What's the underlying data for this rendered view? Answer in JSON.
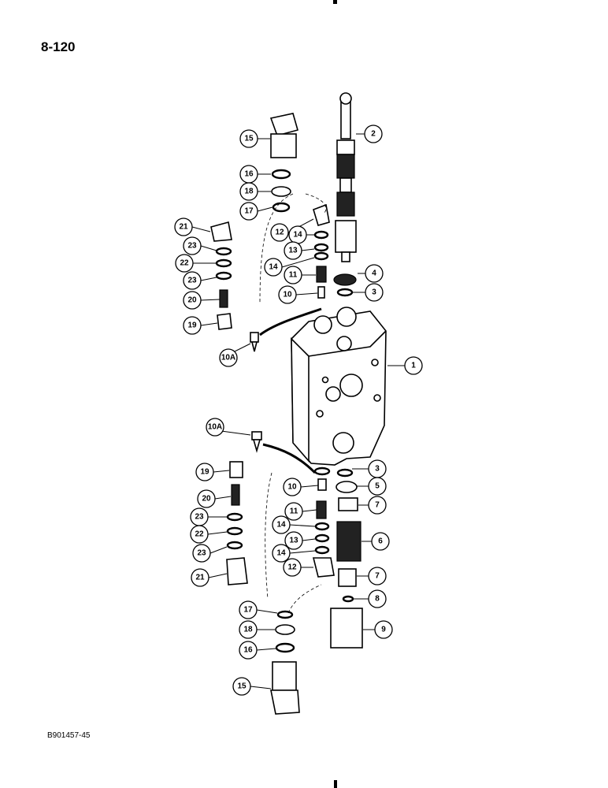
{
  "page_number": "8-120",
  "figure_code": "B901457-45",
  "callouts": {
    "c1": "1",
    "c2": "2",
    "c3": "3",
    "c4": "4",
    "c5": "5",
    "c6": "6",
    "c7": "7",
    "c8": "8",
    "c9": "9",
    "c10": "10",
    "c10a": "10A",
    "c11": "11",
    "c12": "12",
    "c13": "13",
    "c14": "14",
    "c15": "15",
    "c16": "16",
    "c17": "17",
    "c18": "18",
    "c19": "19",
    "c20": "20",
    "c21": "21",
    "c22": "22",
    "c23": "23"
  }
}
